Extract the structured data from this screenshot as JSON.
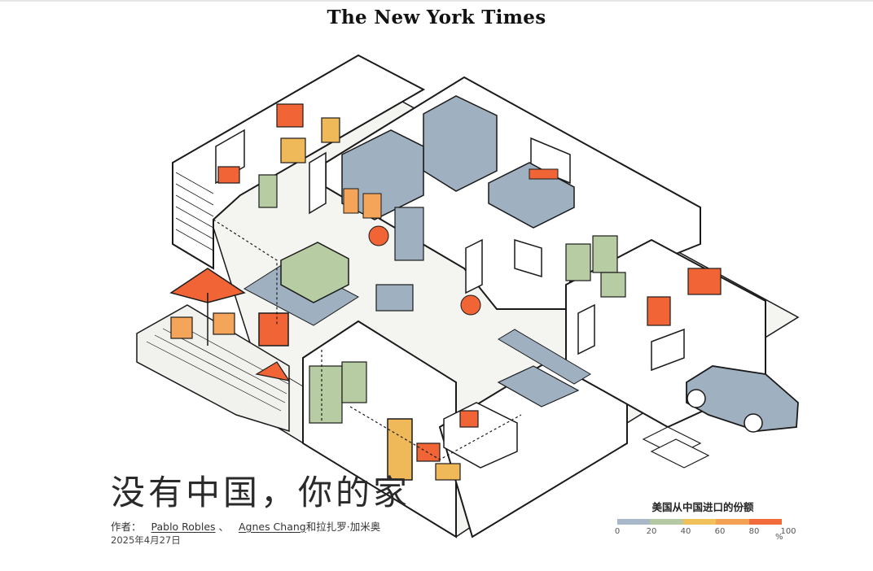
{
  "masthead": {
    "logo_text": "The New York Times"
  },
  "article": {
    "title": "没有中国，你的家",
    "byline_prefix": "作者：",
    "authors": [
      {
        "name": "Pablo Robles",
        "sep": "、"
      },
      {
        "name": "Agnes Chang",
        "sep": ""
      }
    ],
    "coauthor_suffix": "和拉扎罗·加米奥",
    "date": "2025年4月27日"
  },
  "legend": {
    "title": "美国从中国进口的份额",
    "ticks": [
      "0",
      "20",
      "40",
      "60",
      "80",
      "100"
    ],
    "unit": "%",
    "colors": [
      "#a8b8c8",
      "#b7c9a4",
      "#f0c05a",
      "#f5a154",
      "#f26b3a"
    ]
  },
  "palette": {
    "gray_blue": "#9fb1c1",
    "sage": "#b7cca2",
    "yellow": "#efb95a",
    "light_orange": "#f4a55a",
    "orange": "#f06436",
    "line": "#1a1a1a"
  }
}
